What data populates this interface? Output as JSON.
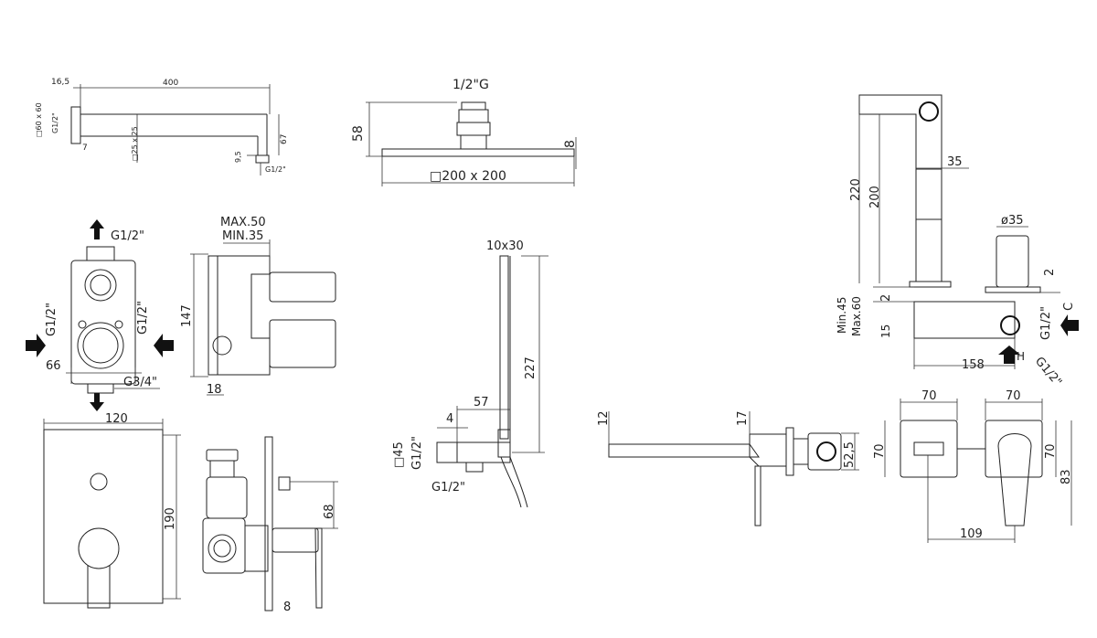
{
  "shower_arm": {
    "d1": "16,5",
    "d2": "400",
    "flange": "□60 x 60",
    "thread_left": "G1/2\"",
    "d3": "7",
    "tube": "□25 x 25",
    "d4": "9,5",
    "d5": "67",
    "thread_right": "G1/2\""
  },
  "shower_head": {
    "thread": "1/2\"G",
    "height": "58",
    "thickness": "8",
    "size": "□200 x 200"
  },
  "valve_body": {
    "top": "G1/2\"",
    "left": "G1/2\"",
    "right": "G1/2\"",
    "width": "66",
    "bottom": "G3/4\""
  },
  "valve_side": {
    "max": "MAX.50",
    "min": "MIN.35",
    "height": "147",
    "depth": "18"
  },
  "cover_plate": {
    "width": "120",
    "height": "190"
  },
  "valve_section": {
    "d1": "68",
    "d2": "8"
  },
  "hand_shower": {
    "size": "10x30",
    "length": "227",
    "d1": "57",
    "d2": "4",
    "d3": "□45",
    "thread1": "G1/2\"",
    "thread2": "G1/2\""
  },
  "spout_side": {
    "h1": "220",
    "h2": "200",
    "d1": "35",
    "d2": "ø35",
    "d3": "2",
    "d4": "2",
    "min": "Min.45",
    "max": "Max.60",
    "d5": "15",
    "d6": "158",
    "thread1": "G1/2\"",
    "thread2": "G1/2\"",
    "c": "C",
    "h": "H"
  },
  "spout_plan": {
    "d1": "12",
    "d2": "17",
    "d3": "52,5"
  },
  "front_view": {
    "w1": "70",
    "w2": "70",
    "h1": "70",
    "h2": "70",
    "d1": "83",
    "d2": "109"
  }
}
